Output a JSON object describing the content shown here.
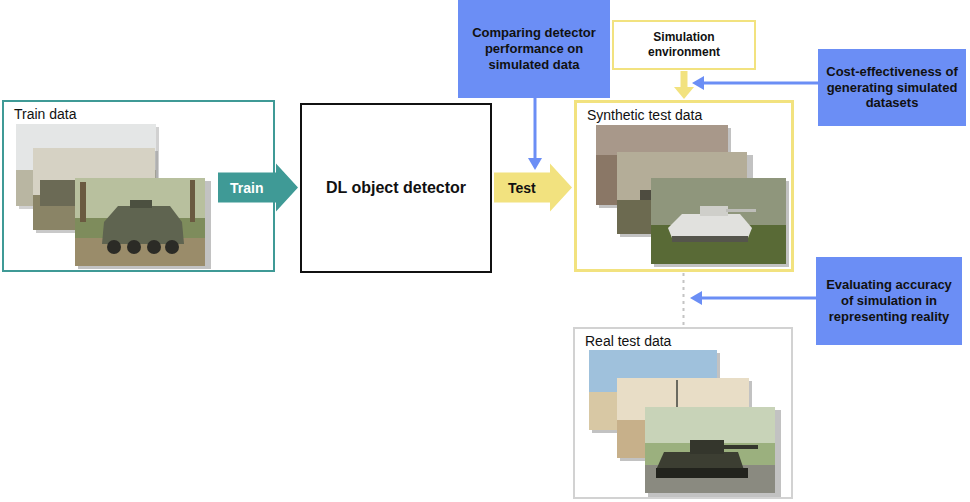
{
  "diagram": {
    "nodes": [
      {
        "text": [
          "Train data"
        ]
      },
      {
        "text": [
          "DL object detector"
        ]
      },
      {
        "text": [
          "Comparing detector performance on simulated data"
        ]
      },
      {
        "text": [
          "Simulation environment"
        ]
      },
      {
        "text": [
          "Synthetic test data"
        ]
      },
      {
        "text": [
          "Cost-effectiveness of generating simulated datasets"
        ]
      },
      {
        "text": [
          "Evaluating accuracy of simulation in representing reality"
        ]
      },
      {
        "text": [
          "Real test data"
        ]
      }
    ],
    "edges": [
      {
        "from": 0,
        "to": 1,
        "arrow": "to",
        "label": "Train"
      },
      {
        "from": 1,
        "to": 4,
        "arrow": "to",
        "label": "Test"
      },
      {
        "from": 3,
        "to": 4,
        "arrow": "to"
      },
      {
        "from": 4,
        "to": 7,
        "arrow": "none"
      }
    ]
  }
}
